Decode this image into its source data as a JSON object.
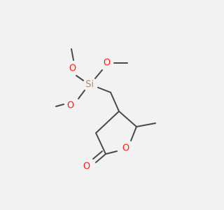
{
  "molecule": {
    "atoms": [
      {
        "id": "o_methoxy_top",
        "label": "O",
        "color": "#ff1a1a"
      },
      {
        "id": "o_methoxy_right",
        "label": "O",
        "color": "#ff1a1a"
      },
      {
        "id": "si_atom",
        "label": "Si",
        "color": "#b08a6a"
      },
      {
        "id": "o_methoxy_left",
        "label": "O",
        "color": "#ff1a1a"
      },
      {
        "id": "o_ring",
        "label": "O",
        "color": "#ff1a1a"
      },
      {
        "id": "o_carbonyl",
        "label": "O",
        "color": "#ff1a1a"
      }
    ],
    "colors": {
      "bond": "#4a4a4a",
      "background": "#f2f2f2"
    }
  }
}
